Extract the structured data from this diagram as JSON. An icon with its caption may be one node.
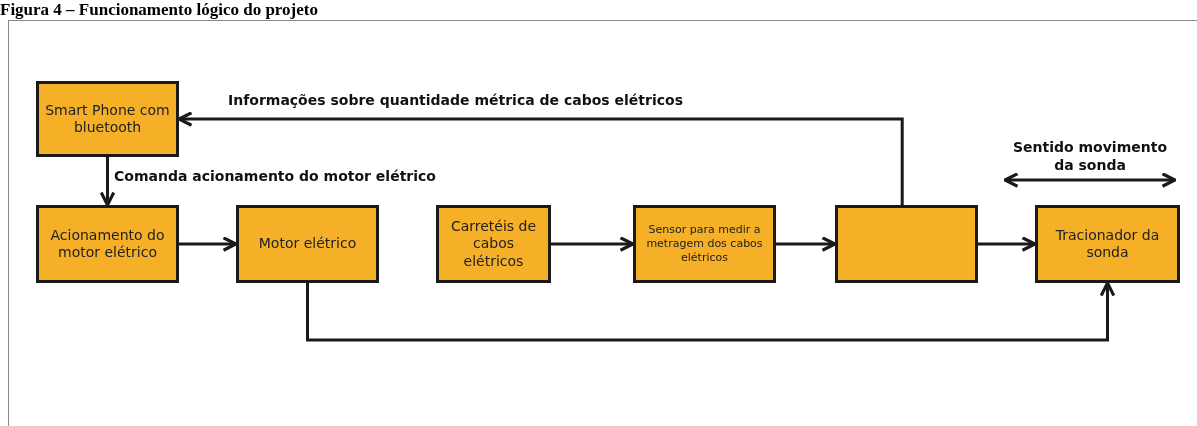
{
  "diagram": {
    "title": "Figura 4 – Funcionamento lógico do projeto",
    "nodes": [
      {
        "text": [
          "Smart Phone com bluetooth"
        ]
      },
      {
        "text": [
          "Acionamento do motor elétrico"
        ]
      },
      {
        "text": [
          "Motor elétrico"
        ]
      },
      {
        "text": [
          "Carretéis de cabos elétricos"
        ]
      },
      {
        "text": [
          "Sensor para medir a metragem dos cabos elétricos"
        ]
      },
      {
        "text": [],
        "shape": "box"
      },
      {
        "text": [
          "Tracionador da sonda"
        ]
      }
    ],
    "edges": [
      {
        "from": 5,
        "to": 0,
        "arrow": "to",
        "label": "Informações sobre quantidade métrica  de cabos elétricos"
      },
      {
        "from": 0,
        "to": 1,
        "arrow": "to",
        "label": "Comanda acionamento do motor elétrico"
      },
      {
        "from": 1,
        "to": 2,
        "arrow": "to"
      },
      {
        "from": 3,
        "to": 4,
        "arrow": "to"
      },
      {
        "from": 4,
        "to": 5,
        "arrow": "to"
      },
      {
        "from": 5,
        "to": 6,
        "arrow": "to"
      },
      {
        "from": 2,
        "to": 6,
        "arrow": "to"
      }
    ],
    "labels": [
      "Sentido movimento da sonda"
    ]
  }
}
